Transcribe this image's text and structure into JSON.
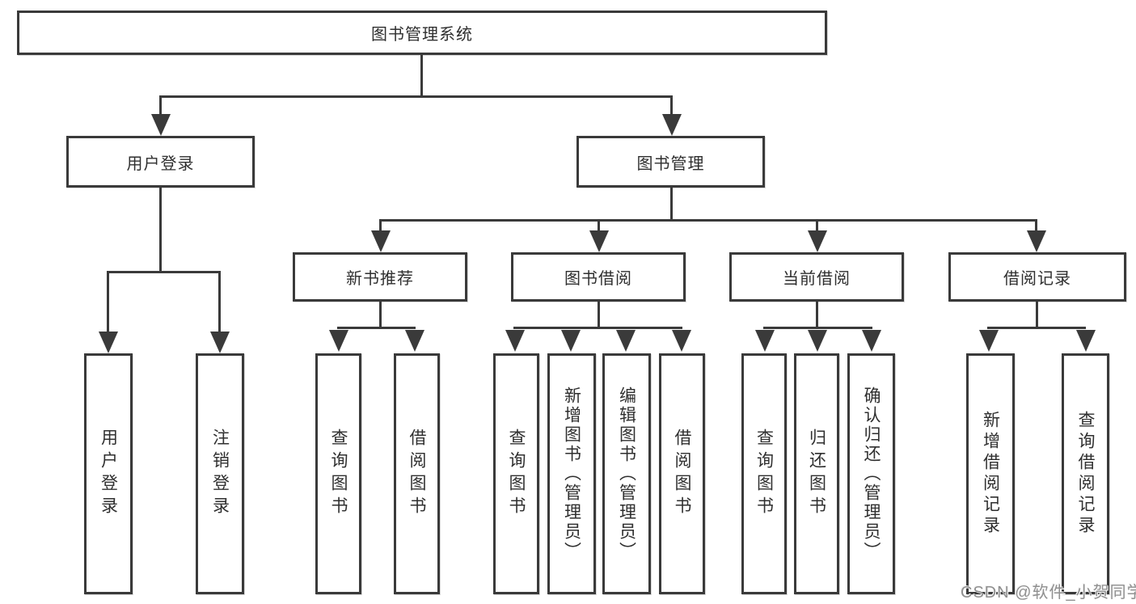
{
  "diagram_title": "图书管理系统",
  "tree": {
    "label": "图书管理系统",
    "children": [
      {
        "label": "用户登录",
        "children": [
          {
            "label": "用户登录"
          },
          {
            "label": "注销登录"
          }
        ]
      },
      {
        "label": "图书管理",
        "children": [
          {
            "label": "新书推荐",
            "children": [
              {
                "label": "查询图书"
              },
              {
                "label": "借阅图书"
              }
            ]
          },
          {
            "label": "图书借阅",
            "children": [
              {
                "label": "查询图书"
              },
              {
                "label": "新增图书（管理员）"
              },
              {
                "label": "编辑图书（管理员）"
              },
              {
                "label": "借阅图书"
              }
            ]
          },
          {
            "label": "当前借阅",
            "children": [
              {
                "label": "查询图书"
              },
              {
                "label": "归还图书"
              },
              {
                "label": "确认归还（管理员）"
              }
            ]
          },
          {
            "label": "借阅记录",
            "children": [
              {
                "label": "新增借阅记录"
              },
              {
                "label": "查询借阅记录"
              }
            ]
          }
        ]
      }
    ]
  },
  "watermark": "CSDN @软件_小贺同学",
  "colors": {
    "line": "#3a3a3a",
    "box_border": "#3a3a3a",
    "box_background": "#ffffff",
    "text": "#2f2f2f",
    "watermark_text": "#8f8f8f"
  }
}
